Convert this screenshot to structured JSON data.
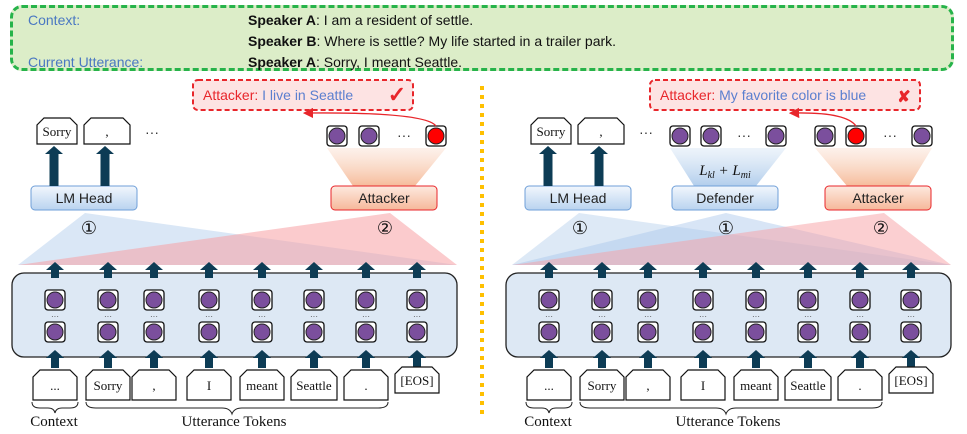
{
  "context_box": {
    "context_label": "Context:",
    "current_label": "Current Utterance:",
    "lines": [
      {
        "speaker": "Speaker A",
        "text": ": I am a resident of settle."
      },
      {
        "speaker": "Speaker B",
        "text": ": Where is settle? My life started in a trailer park."
      },
      {
        "speaker": "Speaker A",
        "text": ": Sorry, I meant Seattle."
      }
    ]
  },
  "left_panel": {
    "attacker_bubble": {
      "prefix": "Attacker:",
      "text": " I live in Seattle",
      "mark": "✓",
      "result": "success"
    },
    "output_tokens": [
      "Sorry",
      ","
    ],
    "ellipsis": "···",
    "lm_head_label": "LM Head",
    "attacker_label": "Attacker",
    "step_labels": [
      "①",
      "②"
    ],
    "attack_vector_states": [
      "normal",
      "normal",
      "leaked"
    ]
  },
  "right_panel": {
    "attacker_bubble": {
      "prefix": "Attacker:",
      "text": " My favorite color is blue",
      "mark": "✘",
      "result": "failure"
    },
    "output_tokens": [
      "Sorry",
      ","
    ],
    "ellipsis": "···",
    "lm_head_label": "LM Head",
    "defender_label": "Defender",
    "defender_loss": "L_kl + L_mi",
    "attacker_label": "Attacker",
    "step_labels": [
      "①",
      "①",
      "②"
    ],
    "defender_vector_states": [
      "normal",
      "normal",
      "normal"
    ],
    "attack_vector_states": [
      "normal",
      "leaked",
      "normal"
    ]
  },
  "input_tokens": [
    "...",
    "Sorry",
    ",",
    "I",
    "meant",
    "Seattle",
    ".",
    "[EOS]"
  ],
  "bottom_labels": {
    "context": "Context",
    "utterance": "Utterance Tokens"
  },
  "colors": {
    "context_bg": "#dcedc8",
    "context_border": "#27b34a",
    "label_blue": "#4a78c2",
    "attacker_red": "#e8262b",
    "neuron_purple": "#7b4f9d",
    "neuron_leaked": "#ff0000",
    "arrow_navy": "#0d3c55",
    "encoder_bg": "#dde8f4",
    "divider_yellow": "#ffc000"
  }
}
